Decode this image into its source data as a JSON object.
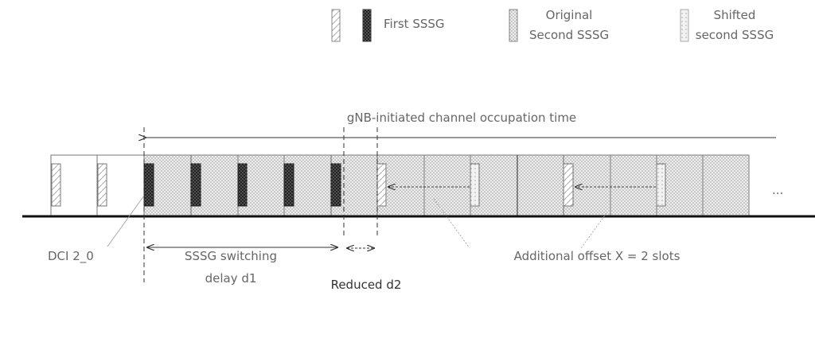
{
  "legend": {
    "first_sssg": "First SSSG",
    "original_second_line1": "Original",
    "original_second_line2": "Second SSSG",
    "shifted_second_line1": "Shifted",
    "shifted_second_line2": "second SSSG"
  },
  "labels": {
    "cot": "gNB-initiated channel occupation time",
    "dci": "DCI 2_0",
    "d1_line1": "SSSG switching",
    "d1_line2": "delay d1",
    "d2": "Reduced d2",
    "offset": "Additional offset X = 2 slots",
    "ellipsis": "..."
  }
}
